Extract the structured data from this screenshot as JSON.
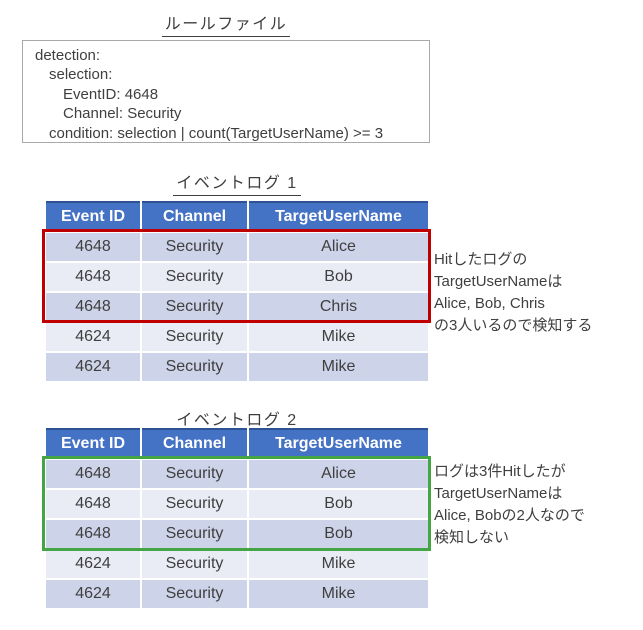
{
  "page": {
    "background": "#FFFFFF"
  },
  "colors": {
    "table_header_bg": "#4472C4",
    "table_header_top_border": "#2E5395",
    "row_band_dark": "#CDD3E8",
    "row_band_light": "#E9EBF5",
    "highlight_red": "#C00000",
    "highlight_green": "#44A544",
    "text": "#3F3F3F",
    "rule_box_border": "#A9A9A9"
  },
  "rule_file": {
    "title": "ルールファイル",
    "lines": [
      "detection:",
      "selection:",
      "EventID: 4648",
      "Channel: Security",
      "condition: selection | count(TargetUserName) >= 3"
    ]
  },
  "tables": [
    {
      "title": "イベントログ 1",
      "columns": [
        "Event ID",
        "Channel",
        "TargetUserName"
      ],
      "rows": [
        [
          "4648",
          "Security",
          "Alice"
        ],
        [
          "4648",
          "Security",
          "Bob"
        ],
        [
          "4648",
          "Security",
          "Chris"
        ],
        [
          "4624",
          "Security",
          "Mike"
        ],
        [
          "4624",
          "Security",
          "Mike"
        ]
      ],
      "highlight": {
        "rows": [
          1,
          2,
          3
        ],
        "color": "#C00000"
      },
      "note_lines": [
        "Hitしたログの",
        "TargetUserNameは",
        "Alice, Bob, Chris",
        "の3人いるので検知する"
      ]
    },
    {
      "title": "イベントログ 2",
      "columns": [
        "Event ID",
        "Channel",
        "TargetUserName"
      ],
      "rows": [
        [
          "4648",
          "Security",
          "Alice"
        ],
        [
          "4648",
          "Security",
          "Bob"
        ],
        [
          "4648",
          "Security",
          "Bob"
        ],
        [
          "4624",
          "Security",
          "Mike"
        ],
        [
          "4624",
          "Security",
          "Mike"
        ]
      ],
      "highlight": {
        "rows": [
          1,
          2,
          3
        ],
        "color": "#44A544"
      },
      "note_lines": [
        "ログは3件Hitしたが",
        "TargetUserNameは",
        "Alice, Bobの2人なので",
        "検知しない"
      ]
    }
  ]
}
